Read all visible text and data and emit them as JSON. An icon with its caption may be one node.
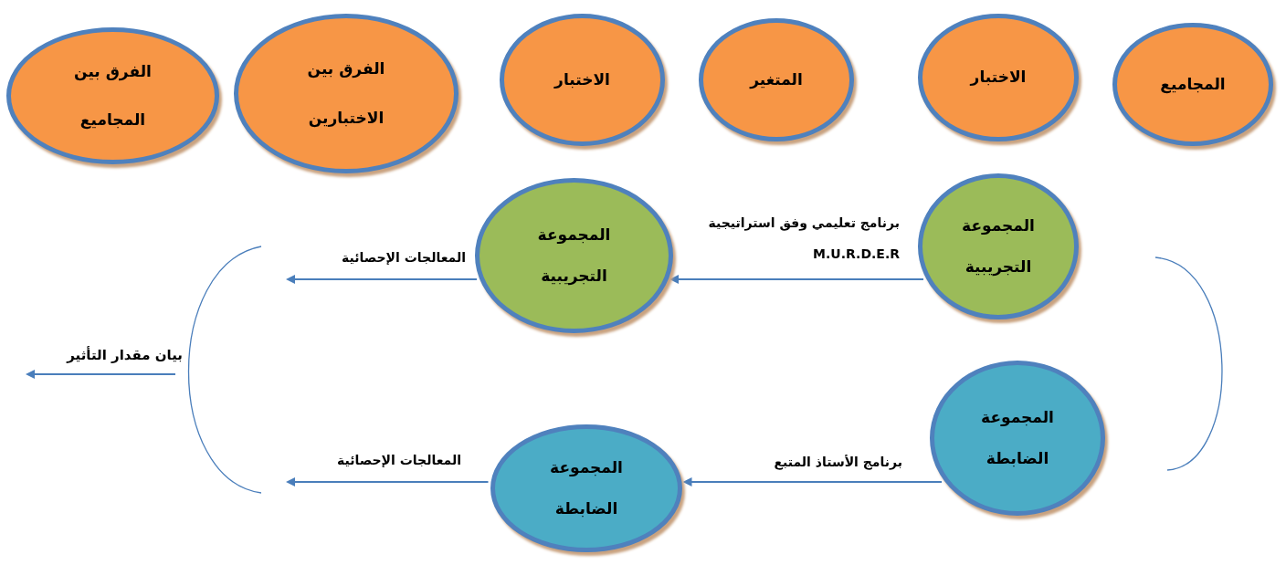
{
  "diagram": {
    "nodes": [
      {
        "text": [
          "المجاميع"
        ]
      },
      {
        "text": [
          "الاختبار"
        ]
      },
      {
        "text": [
          "المتغير"
        ]
      },
      {
        "text": [
          "الاختبار"
        ]
      },
      {
        "text": [
          "الفرق بين",
          "الاختبارين"
        ]
      },
      {
        "text": [
          "الفرق بين",
          "المجاميع"
        ]
      },
      {
        "text": [
          "المجموعة",
          "التجريبية"
        ]
      },
      {
        "text": [
          "المجموعة",
          "التجريبية"
        ]
      },
      {
        "text": [
          "المجموعة",
          "الضابطة"
        ]
      },
      {
        "text": [
          "المجموعة",
          "الضابطة"
        ]
      }
    ],
    "edges": [
      {
        "from": 6,
        "to": 7,
        "arrow": "to",
        "label": "برنامج تعليمي وفق استراتيجية M.U.R.D.E.R"
      },
      {
        "from": 7,
        "to": null,
        "arrow": "to",
        "label": "المعالجات الإحصائية"
      },
      {
        "from": 8,
        "to": 9,
        "arrow": "to",
        "label": "برنامج الأستاذ المتبع"
      },
      {
        "from": 9,
        "to": null,
        "arrow": "to",
        "label": "المعالجات الإحصائية"
      }
    ],
    "labels": [
      "بيان مقدار التأثير"
    ]
  }
}
